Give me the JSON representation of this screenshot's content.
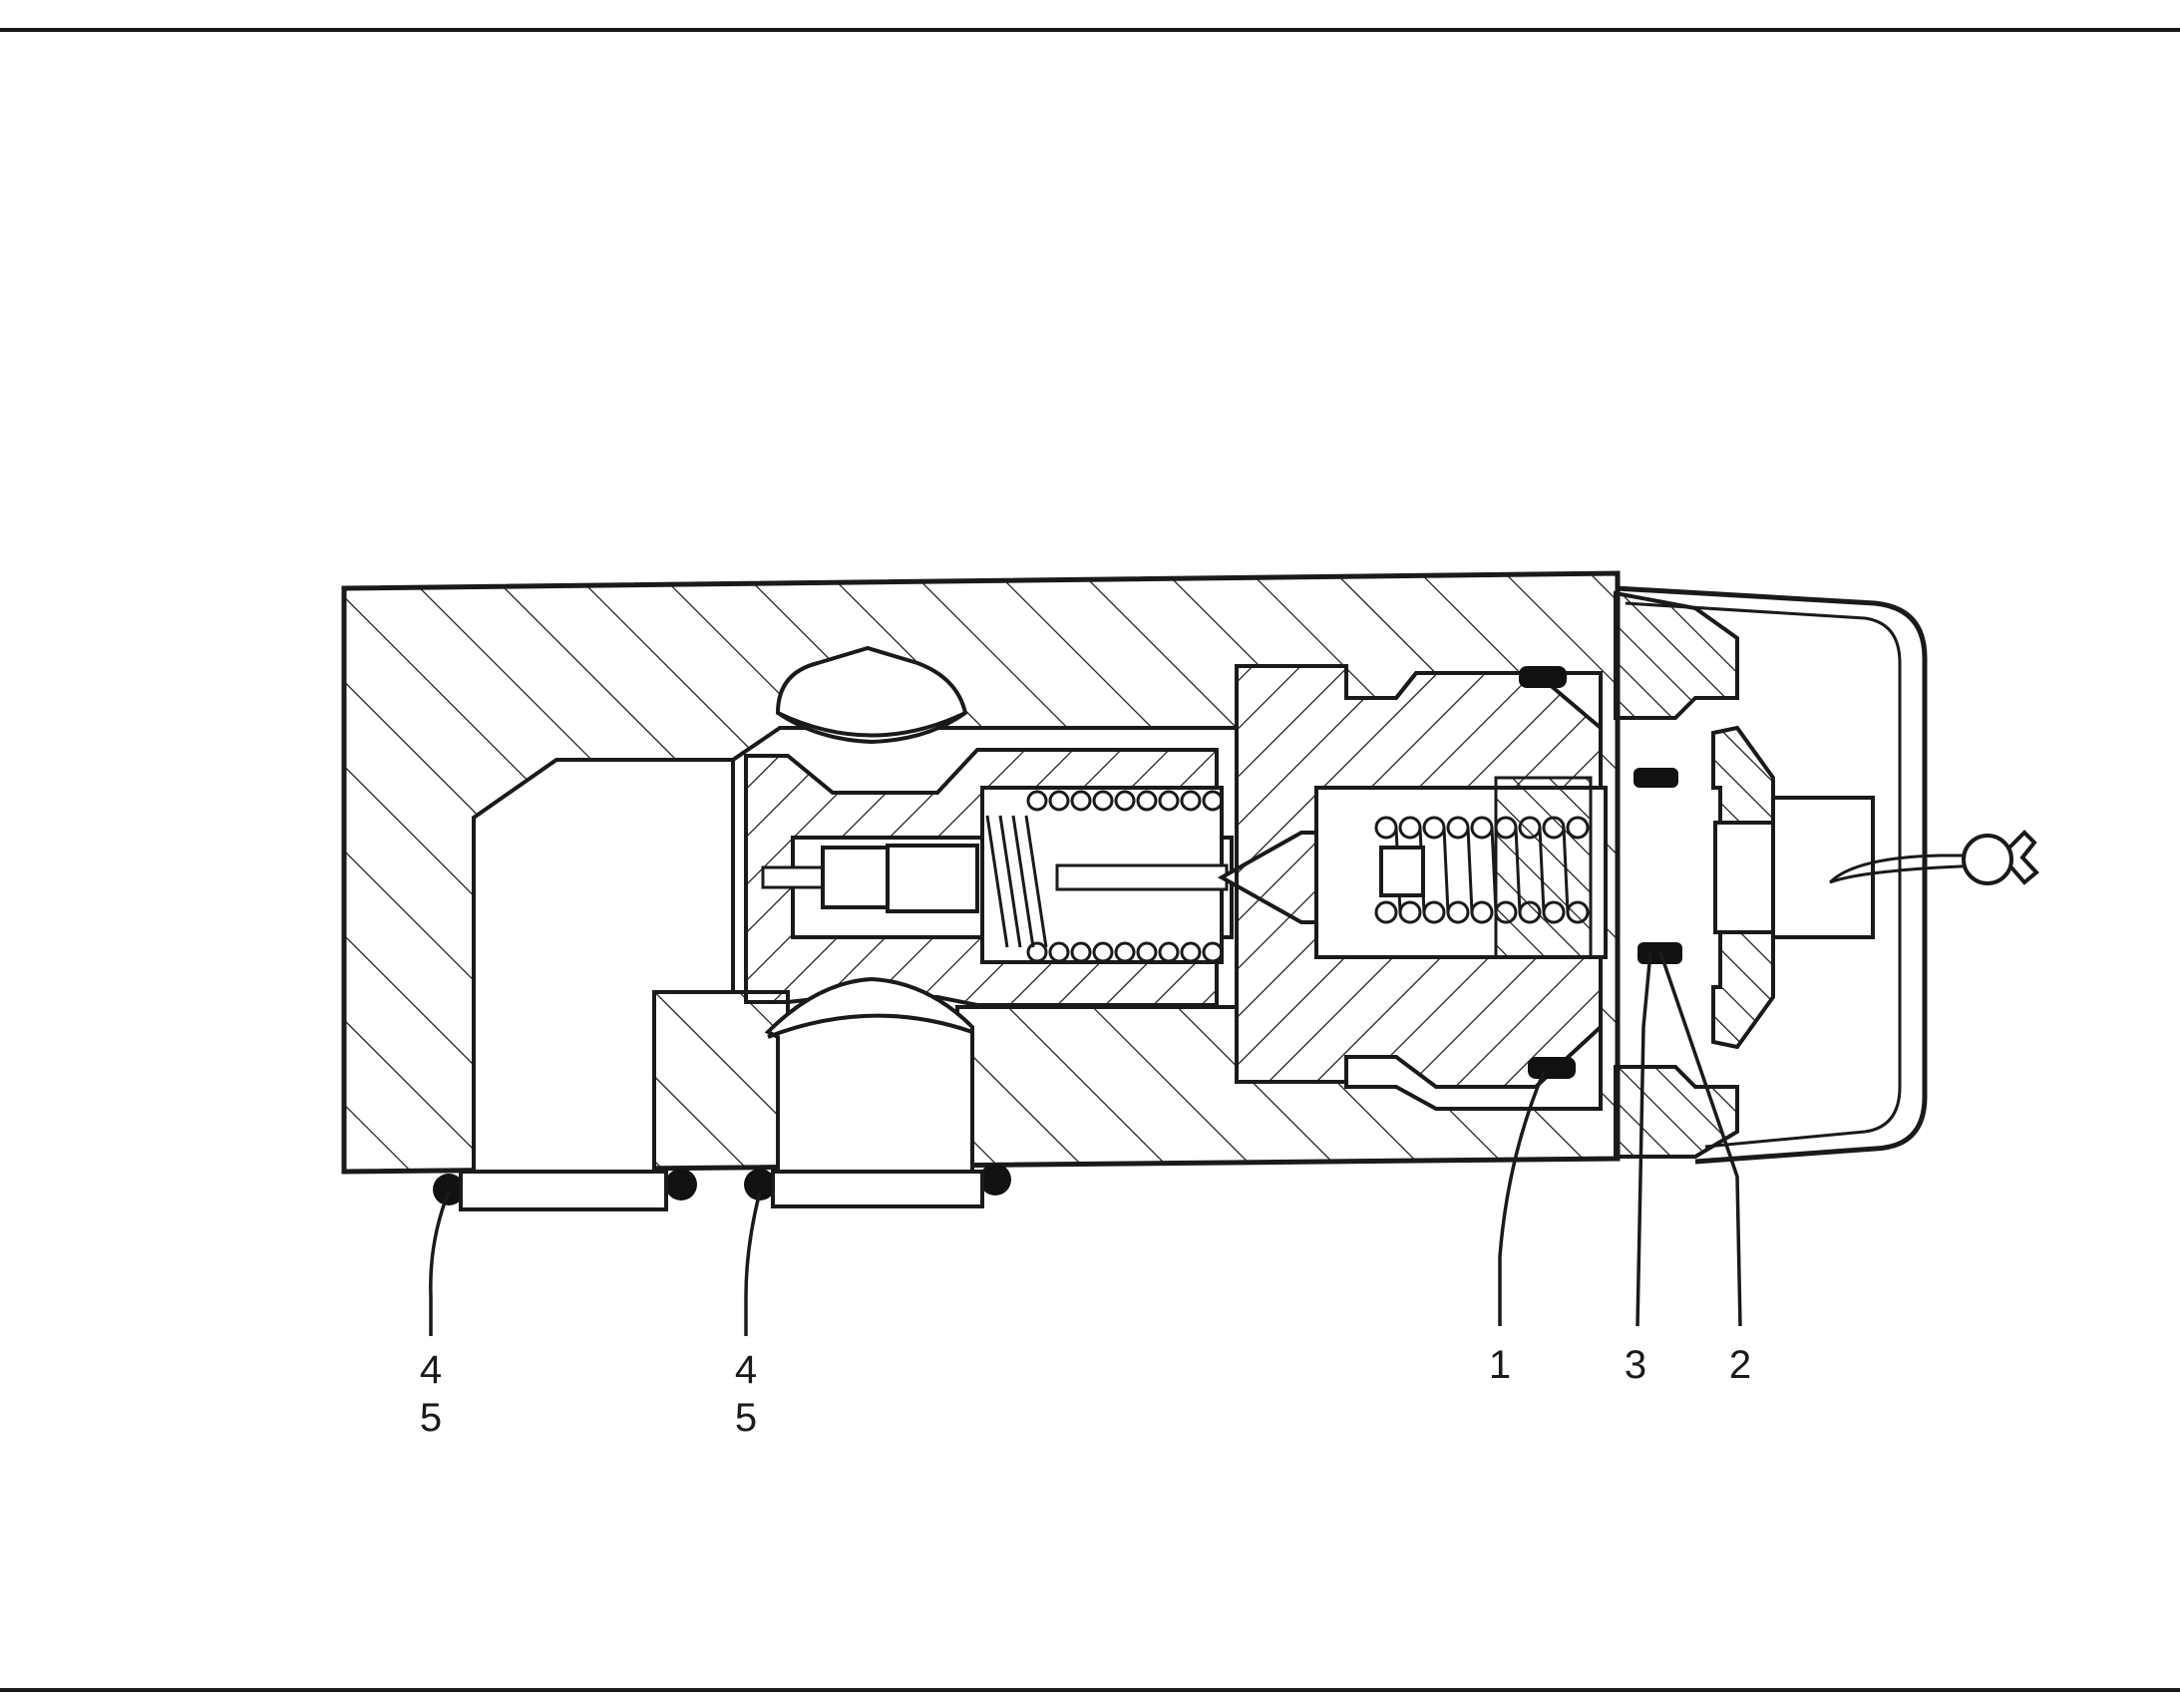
{
  "figure": {
    "line_color": "#1a1a1a",
    "seal_color": "#111111",
    "callouts": [
      {
        "id": "seal-4-5-left",
        "lines": [
          "4",
          "5"
        ]
      },
      {
        "id": "seal-4-5-mid",
        "lines": [
          "4",
          "5"
        ]
      },
      {
        "id": "seal-1",
        "lines": [
          "1"
        ]
      },
      {
        "id": "seal-3",
        "lines": [
          "3"
        ]
      },
      {
        "id": "seal-2",
        "lines": [
          "2"
        ]
      }
    ]
  }
}
